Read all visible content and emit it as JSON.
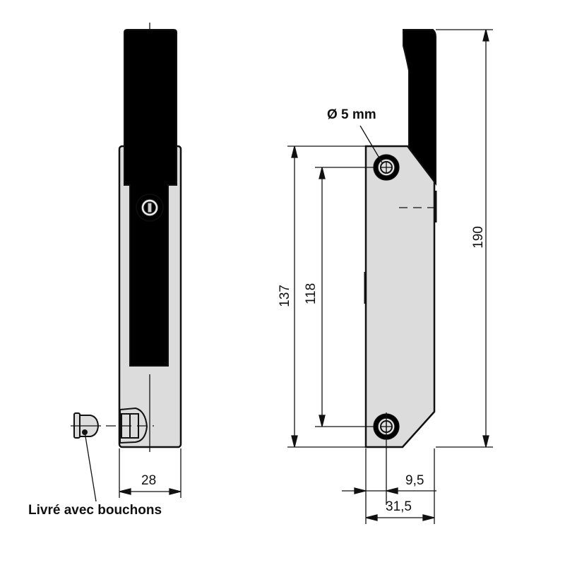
{
  "drawing": {
    "front_view": {
      "width_dim": "28",
      "caption": "Livré avec bouchons"
    },
    "side_view": {
      "hole_label": "Ø 5 mm",
      "total_height_dim": "190",
      "body_height_dim": "137",
      "hole_spacing_dim": "118",
      "hole_offset_dim": "9,5",
      "depth_dim": "31,5"
    },
    "colors": {
      "handle": "#000000",
      "body": "#dcdcdc",
      "line": "#111111"
    }
  }
}
